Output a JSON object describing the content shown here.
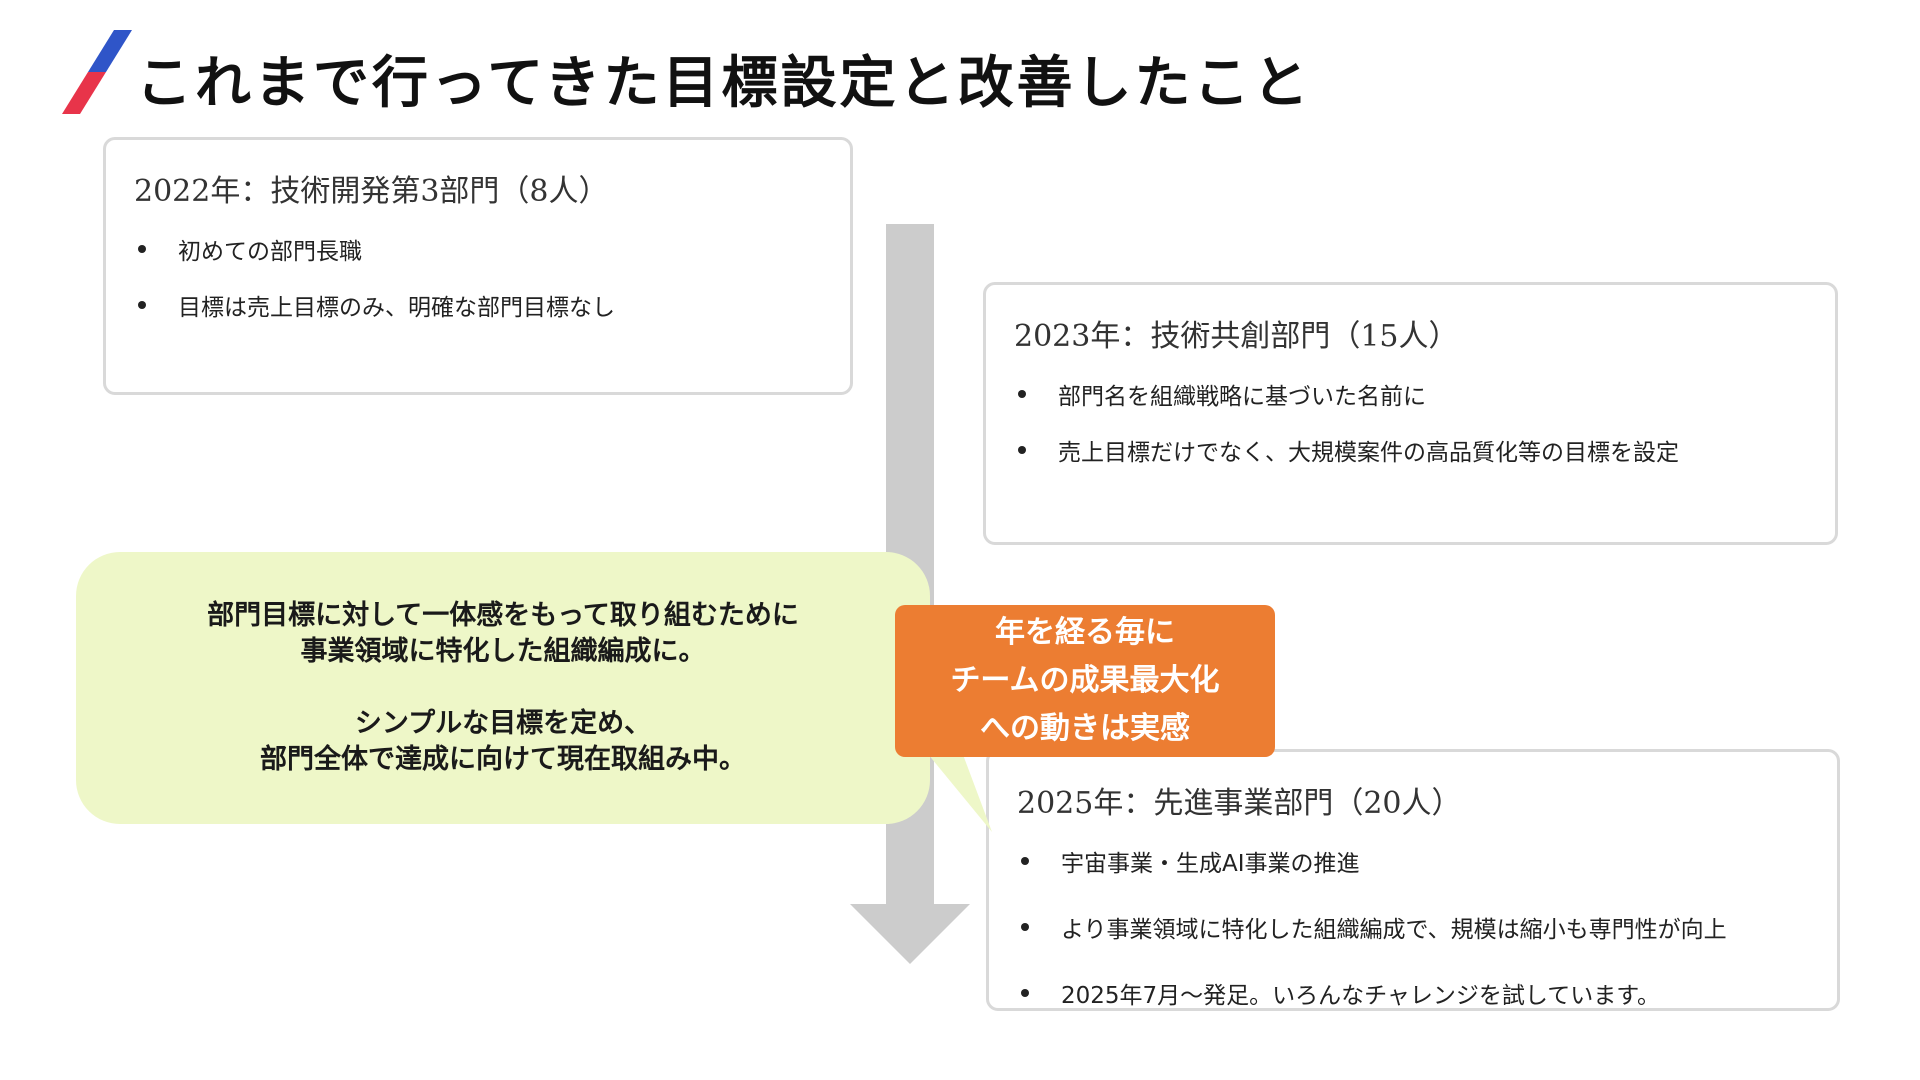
{
  "title": "これまで行ってきた目標設定と改善したこと",
  "colors": {
    "accent_blue": "#2f55c8",
    "accent_red": "#e8344a",
    "arrow_gray": "#cccccc",
    "card_border": "#d9d9d9",
    "bubble_fill": "#eef7c8",
    "callout_fill": "#ec7d32"
  },
  "cards": [
    {
      "heading": "2022年：技術開発第3部門（8人）",
      "bullets": [
        "初めての部門長職",
        "目標は売上目標のみ、明確な部門目標なし"
      ]
    },
    {
      "heading": "2023年：技術共創部門（15人）",
      "bullets": [
        "部門名を組織戦略に基づいた名前に",
        "売上目標だけでなく、大規模案件の高品質化等の目標を設定"
      ]
    },
    {
      "heading": "2025年：先進事業部門（20人）",
      "bullets": [
        "宇宙事業・生成AI事業の推進",
        "より事業領域に特化した組織編成で、規模は縮小も専門性が向上",
        "2025年7月～発足。いろんなチャレンジを試しています。"
      ]
    }
  ],
  "bubble": {
    "lines": [
      "部門目標に対して一体感をもって取り組むために",
      "事業領域に特化した組織編成に。",
      "シンプルな目標を定め、",
      "部門全体で達成に向けて現在取組み中。"
    ]
  },
  "callout": {
    "lines": [
      "年を経る毎に",
      "チームの成果最大化",
      "への動きは実感"
    ]
  }
}
